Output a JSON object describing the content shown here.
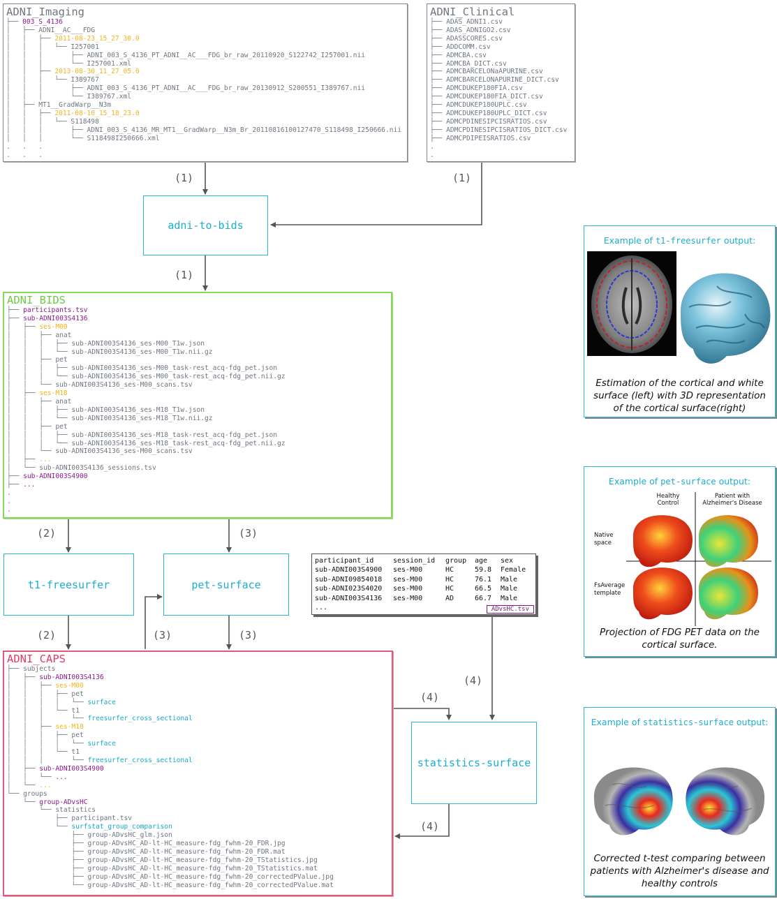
{
  "adni_imaging": {
    "title": "ADNI_Imaging",
    "lines": [
      {
        "p": "├── ",
        "t": "003_S_4136",
        "c": "purple"
      },
      {
        "p": "│   ├── ",
        "t": "ADNI__AC___FDG",
        "c": "gray"
      },
      {
        "p": "│   │   ├── ",
        "t": "2011-08-23_15_27_30.0",
        "c": "orange"
      },
      {
        "p": "│   │   │   └── ",
        "t": "I257001",
        "c": "gray"
      },
      {
        "p": "│   │   │       ├── ",
        "t": "ADNI_003_S_4136_PT_ADNI__AC___FDG_br_raw_20110920_S122742_I257001.nii",
        "c": "gray"
      },
      {
        "p": "│   │   │       └── ",
        "t": "I257001.xml",
        "c": "gray"
      },
      {
        "p": "│   │   ├── ",
        "t": "2013-08-30_11_27_05.0",
        "c": "orange"
      },
      {
        "p": "│   │   │   └── ",
        "t": "I389767",
        "c": "gray"
      },
      {
        "p": "│   │   │       ├── ",
        "t": "ADNI_003_S_4136_PT_ADNI__AC___FDG_br_raw_20130912_S200551_I389767.nii",
        "c": "gray"
      },
      {
        "p": "│   │   │       └── ",
        "t": "I389767.xml",
        "c": "gray"
      },
      {
        "p": "│   ├── ",
        "t": "MT1__GradWarp__N3m",
        "c": "gray"
      },
      {
        "p": "│   │   ├── ",
        "t": "2011-08-10_15_18_23.0",
        "c": "orange"
      },
      {
        "p": "│   │   │   └── ",
        "t": "S118498",
        "c": "gray"
      },
      {
        "p": "│   │   │       ├── ",
        "t": "ADNI_003_S_4136_MR_MT1__GradWarp__N3m_Br_20110816100127470_S118498_I250666.nii",
        "c": "gray"
      },
      {
        "p": "│   │   │       └── ",
        "t": "S118498I250666.xml",
        "c": "gray"
      },
      {
        "p": "",
        "t": ".   .   .",
        "c": "gray"
      },
      {
        "p": "",
        "t": ".   .   .",
        "c": "gray"
      }
    ]
  },
  "adni_clinical": {
    "title": "ADNI_Clinical",
    "lines": [
      {
        "p": "├── ",
        "t": "ADAS_ADNI1.csv",
        "c": "gray"
      },
      {
        "p": "├── ",
        "t": "ADAS_ADNIGO2.csv",
        "c": "gray"
      },
      {
        "p": "├── ",
        "t": "ADASSCORES.csv",
        "c": "gray"
      },
      {
        "p": "├── ",
        "t": "ADDCOMM.csv",
        "c": "gray"
      },
      {
        "p": "├── ",
        "t": "ADMCBA.csv",
        "c": "gray"
      },
      {
        "p": "├── ",
        "t": "ADMCBA_DICT.csv",
        "c": "gray"
      },
      {
        "p": "├── ",
        "t": "ADMCBARCELONaAPURINE.csv",
        "c": "gray"
      },
      {
        "p": "├── ",
        "t": "ADMCBARCELONAPURINE_DICT.csv",
        "c": "gray"
      },
      {
        "p": "├── ",
        "t": "ADMCDUKEP180FIA.csv",
        "c": "gray"
      },
      {
        "p": "├── ",
        "t": "ADMCDUKEP180FIA_DICT.csv",
        "c": "gray"
      },
      {
        "p": "├── ",
        "t": "ADMCDUKEP180UPLC.csv",
        "c": "gray"
      },
      {
        "p": "├── ",
        "t": "ADMCDUKEP180UPLC_DICT.csv",
        "c": "gray"
      },
      {
        "p": "├── ",
        "t": "ADMCPDINESIPCISRATIOS.csv",
        "c": "gray"
      },
      {
        "p": "├── ",
        "t": "ADMCPDINESIPCISRATIOS_DICT.csv",
        "c": "gray"
      },
      {
        "p": "├── ",
        "t": "ADMCPDIPEISRATIOS.csv",
        "c": "gray"
      },
      {
        "p": "",
        "t": ".",
        "c": "gray"
      },
      {
        "p": "",
        "t": ".",
        "c": "gray"
      }
    ]
  },
  "adni_bids": {
    "title": "ADNI_BIDS",
    "lines": [
      {
        "p": "├── ",
        "t": "participants.tsv",
        "c": "purple"
      },
      {
        "p": "├── ",
        "t": "sub-ADNI003S4136",
        "c": "purple"
      },
      {
        "p": "│   ├── ",
        "t": "ses-M00",
        "c": "orange"
      },
      {
        "p": "│   │   ├── ",
        "t": "anat",
        "c": "gray"
      },
      {
        "p": "│   │   │   ├── ",
        "t": "sub-ADNI003S4136_ses-M00_T1w.json",
        "c": "gray"
      },
      {
        "p": "│   │   │   └── ",
        "t": "sub-ADNI003S4136_ses-M00_T1w.nii.gz",
        "c": "gray"
      },
      {
        "p": "│   │   ├── ",
        "t": "pet",
        "c": "gray"
      },
      {
        "p": "│   │   │   ├── ",
        "t": "sub-ADNI003S4136_ses-M00_task-rest_acq-fdg_pet.json",
        "c": "gray"
      },
      {
        "p": "│   │   │   └── ",
        "t": "sub-ADNI003S4136_ses-M00_task-rest_acq-fdg_pet.nii.gz",
        "c": "gray"
      },
      {
        "p": "│   │   └── ",
        "t": "sub-ADNI003S4136_ses-M00_scans.tsv",
        "c": "gray"
      },
      {
        "p": "│   ├── ",
        "t": "ses-M18",
        "c": "orange"
      },
      {
        "p": "│   │   ├── ",
        "t": "anat",
        "c": "gray"
      },
      {
        "p": "│   │   │   ├── ",
        "t": "sub-ADNI003S4136_ses-M18_T1w.json",
        "c": "gray"
      },
      {
        "p": "│   │   │   └── ",
        "t": "sub-ADNI003S4136_ses-M18_T1w.nii.gz",
        "c": "gray"
      },
      {
        "p": "│   │   ├── ",
        "t": "pet",
        "c": "gray"
      },
      {
        "p": "│   │   │   ├── ",
        "t": "sub-ADNI003S4136_ses-M18_task-rest_acq-fdg_pet.json",
        "c": "gray"
      },
      {
        "p": "│   │   │   └── ",
        "t": "sub-ADNI003S4136_ses-M18_task-rest_acq-fdg_pet.nii.gz",
        "c": "gray"
      },
      {
        "p": "│   │   └── ",
        "t": "sub-ADNI003S4136_ses-M00_scans.tsv",
        "c": "gray"
      },
      {
        "p": "│   ├── ",
        "t": "...",
        "c": "orange"
      },
      {
        "p": "│   └── ",
        "t": "sub-ADNI003S4136_sessions.tsv",
        "c": "gray"
      },
      {
        "p": "├── ",
        "t": "sub-ADNI003S4900",
        "c": "purple"
      },
      {
        "p": "├── ",
        "t": "...",
        "c": "purple"
      },
      {
        "p": "",
        "t": ".",
        "c": "gray"
      },
      {
        "p": "",
        "t": ".",
        "c": "gray"
      },
      {
        "p": "",
        "t": ".",
        "c": "gray"
      }
    ]
  },
  "adni_caps": {
    "title": "ADNI_CAPS",
    "lines": [
      {
        "p": "├── ",
        "t": "subjects",
        "c": "gray"
      },
      {
        "p": "│   ├── ",
        "t": "sub-ADNI003S4136",
        "c": "purple"
      },
      {
        "p": "│   │   ├── ",
        "t": "ses-M00",
        "c": "orange"
      },
      {
        "p": "│   │   │   ├── ",
        "t": "pet",
        "c": "gray"
      },
      {
        "p": "│   │   │   │   └── ",
        "t": "surface",
        "c": "cyan"
      },
      {
        "p": "│   │   │   └── ",
        "t": "t1",
        "c": "gray"
      },
      {
        "p": "│   │   │       └── ",
        "t": "freesurfer_cross_sectional",
        "c": "cyan"
      },
      {
        "p": "│   │   ├── ",
        "t": "ses-M18",
        "c": "orange"
      },
      {
        "p": "│   │   │   ├── ",
        "t": "pet",
        "c": "gray"
      },
      {
        "p": "│   │   │   │   └── ",
        "t": "surface",
        "c": "cyan"
      },
      {
        "p": "│   │   │   └── ",
        "t": "t1",
        "c": "gray"
      },
      {
        "p": "│   │   │       └── ",
        "t": "freesurfer_cross_sectional",
        "c": "cyan"
      },
      {
        "p": "│   ├── ",
        "t": "sub-ADNI003S4900",
        "c": "purple"
      },
      {
        "p": "│   │   └── ",
        "t": "...",
        "c": "purple"
      },
      {
        "p": "│   └── ",
        "t": "...",
        "c": "orange"
      },
      {
        "p": "└── ",
        "t": "groups",
        "c": "gray"
      },
      {
        "p": "    └── ",
        "t": "group-ADvsHC",
        "c": "purple"
      },
      {
        "p": "        └── ",
        "t": "statistics",
        "c": "gray"
      },
      {
        "p": "            ├── ",
        "t": "participant.tsv",
        "c": "gray"
      },
      {
        "p": "            └── ",
        "t": "surfstat_group_comparison",
        "c": "cyan"
      },
      {
        "p": "                ├── ",
        "t": "group-ADvsHC_glm.json",
        "c": "gray"
      },
      {
        "p": "                ├── ",
        "t": "group-ADvsHC_AD-lt-HC_measure-fdg_fwhm-20_FDR.jpg",
        "c": "gray"
      },
      {
        "p": "                ├── ",
        "t": "group-ADvsHC_AD-lt-HC_measure-fdg_fwhm-20_FDR.mat",
        "c": "gray"
      },
      {
        "p": "                ├── ",
        "t": "group-ADvsHC_AD-lt-HC_measure-fdg_fwhm-20_TStatistics.jpg",
        "c": "gray"
      },
      {
        "p": "                ├── ",
        "t": "group-ADvsHC_AD-lt-HC_measure-fdg_fwhm-20_TStatistics.mat",
        "c": "gray"
      },
      {
        "p": "                ├── ",
        "t": "group-ADvsHC_AD-lt-HC_measure-fdg_fwhm-20_correctedPValue.jpg",
        "c": "gray"
      },
      {
        "p": "                └── ",
        "t": "group-ADvsHC_AD-lt-HC_measure-fdg_fwhm-20_correctedPValue.mat",
        "c": "gray"
      }
    ]
  },
  "processes": {
    "adni_to_bids": "adni-to-bids",
    "t1_freesurfer": "t1-freesurfer",
    "pet_surface": "pet-surface",
    "statistics_surface": "statistics-surface"
  },
  "step_labels": {
    "s1": "(1)",
    "s2": "(2)",
    "s3": "(3)",
    "s4": "(4)"
  },
  "tsv": {
    "headers": [
      "participant_id",
      "session_id",
      "group",
      "age",
      "sex"
    ],
    "rows": [
      [
        "sub-ADNI003S4900",
        "ses-M00",
        "HC",
        "59.8",
        "Female"
      ],
      [
        "sub-ADNI09854018",
        "ses-M00",
        "HC",
        "76.1",
        "Male"
      ],
      [
        "sub-ADNI023S4020",
        "ses-M00",
        "HC",
        "66.5",
        "Male"
      ],
      [
        "sub-ADNI003S4136",
        "ses-M00",
        "AD",
        "66.7",
        "Male"
      ]
    ],
    "more": "...",
    "filename": "ADvsHC.tsv"
  },
  "panels": {
    "freesurfer": {
      "title_pre": "Example of ",
      "title_code": "t1-freesurfer",
      "title_post": " output:",
      "caption": "Estimation of the cortical and white surface (left) with 3D representation of the cortical surface(right)"
    },
    "pet": {
      "title_pre": "Example of ",
      "title_code": "pet-surface",
      "title_post": " output:",
      "col1": [
        "Healthy",
        "Control"
      ],
      "col2": [
        "Patient with",
        "Alzheimer's Disease"
      ],
      "row1": [
        "Native",
        "space"
      ],
      "row2": [
        "FsAverage",
        "template"
      ],
      "caption": "Projection of FDG PET data on the cortical surface."
    },
    "stats": {
      "title_pre": "Example of ",
      "title_code": "statistics-surface",
      "title_post": " output:",
      "caption": "Corrected t-test comparing between patients with Alzheimer's disease and healthy controls"
    }
  },
  "colors": {
    "purple": "#8b1a8b",
    "orange": "#f3b21b",
    "cyan": "#18a9c6",
    "imaging_border": "#7d8390",
    "bids_border": "#86d85a",
    "caps_border": "#e2587a",
    "process_border": "#2ab7d4"
  }
}
